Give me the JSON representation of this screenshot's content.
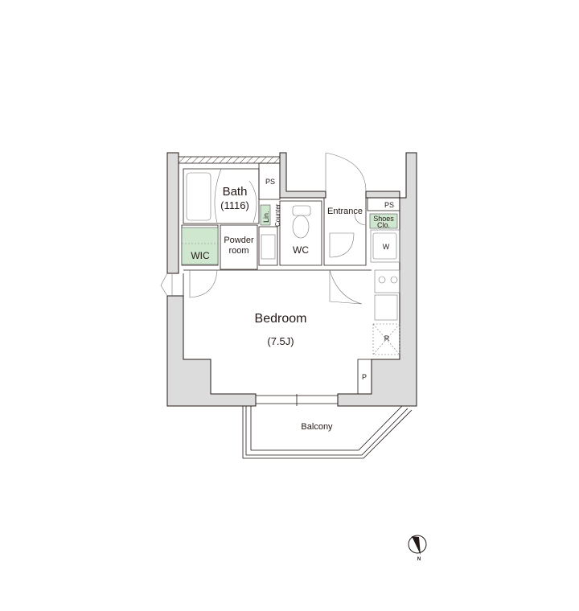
{
  "rooms": {
    "bath": "Bath",
    "bath_size": "(1116)",
    "ps_top": "PS",
    "linen": "Lin.",
    "counter": "Counter",
    "entrance": "Entrance",
    "ps_right": "PS",
    "shoes_line1": "Shoes",
    "shoes_line2": "Clo.",
    "washer": "W",
    "powder_line1": "Powder",
    "powder_line2": "room",
    "wc": "WC",
    "wic": "WIC",
    "bedroom": "Bedroom",
    "bedroom_size": "(7.5J)",
    "refrigerator": "R",
    "pipe_space": "P",
    "balcony": "Balcony"
  },
  "compass": {
    "label": "N"
  },
  "colors": {
    "wall": "#dcdcdc",
    "storage": "#cfe6cf",
    "line": "#231815"
  }
}
